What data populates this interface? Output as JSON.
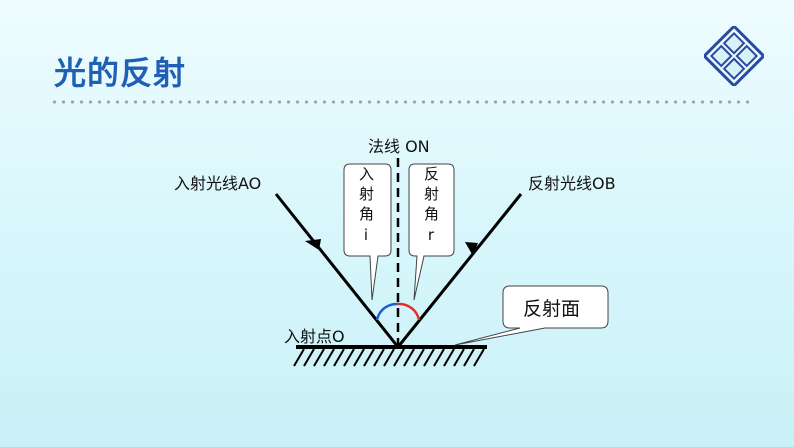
{
  "title": "光的反射",
  "labels": {
    "normal": "法线 ON",
    "incident_ray": "入射光线AO",
    "reflected_ray": "反射光线OB",
    "incidence_point": "入射点O",
    "incident_angle": "入射角i",
    "reflection_angle": "反射角r",
    "surface": "反射面"
  },
  "colors": {
    "title": "#1f5fb4",
    "incident_arc": "#1a5fd0",
    "reflection_arc": "#e0302a",
    "logo": "#2c4aa0"
  },
  "icons": {
    "logo": "diamond-grid-logo"
  }
}
